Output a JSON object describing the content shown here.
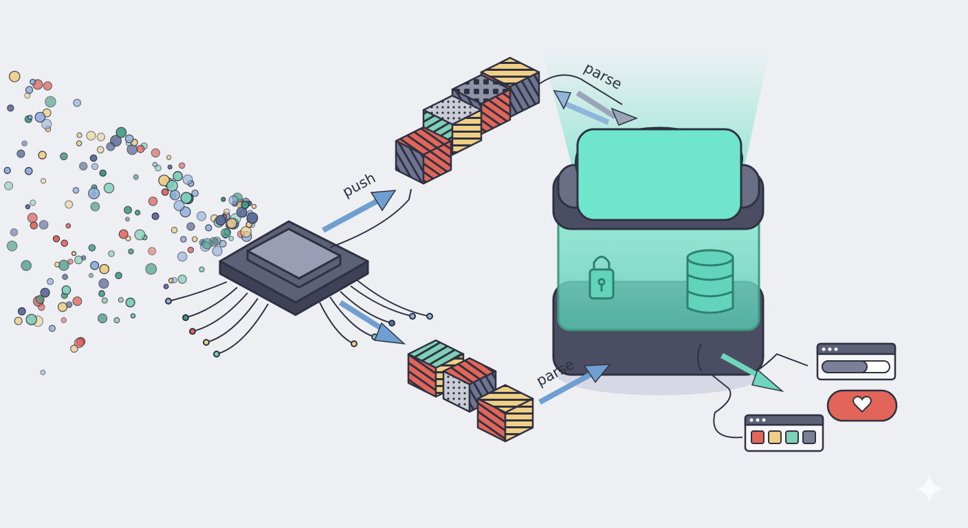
{
  "labels": {
    "push": "push",
    "parse_top": "parse",
    "parse_bottom": "parse"
  },
  "icons": [
    "particle-stream",
    "chip-icon",
    "data-block-icon",
    "storage-vault-icon",
    "lock-icon",
    "database-icon",
    "progress-window-icon",
    "heart-button-icon",
    "palette-window-icon",
    "sparkle-icon"
  ],
  "colors": {
    "background": "#eeeff3",
    "outline": "#2e3140",
    "slate": "#5d6178",
    "slate_light": "#8f93a8",
    "teal": "#6fe0c6",
    "blue_arrow": "#6f9fd0",
    "red": "#e2655a",
    "yellow": "#efcf86",
    "green": "#7fcfb6",
    "particles": [
      "#e2655a",
      "#efcf86",
      "#7fcfb6",
      "#5d6b9a",
      "#8fb0dc",
      "#3f9a7f"
    ]
  }
}
